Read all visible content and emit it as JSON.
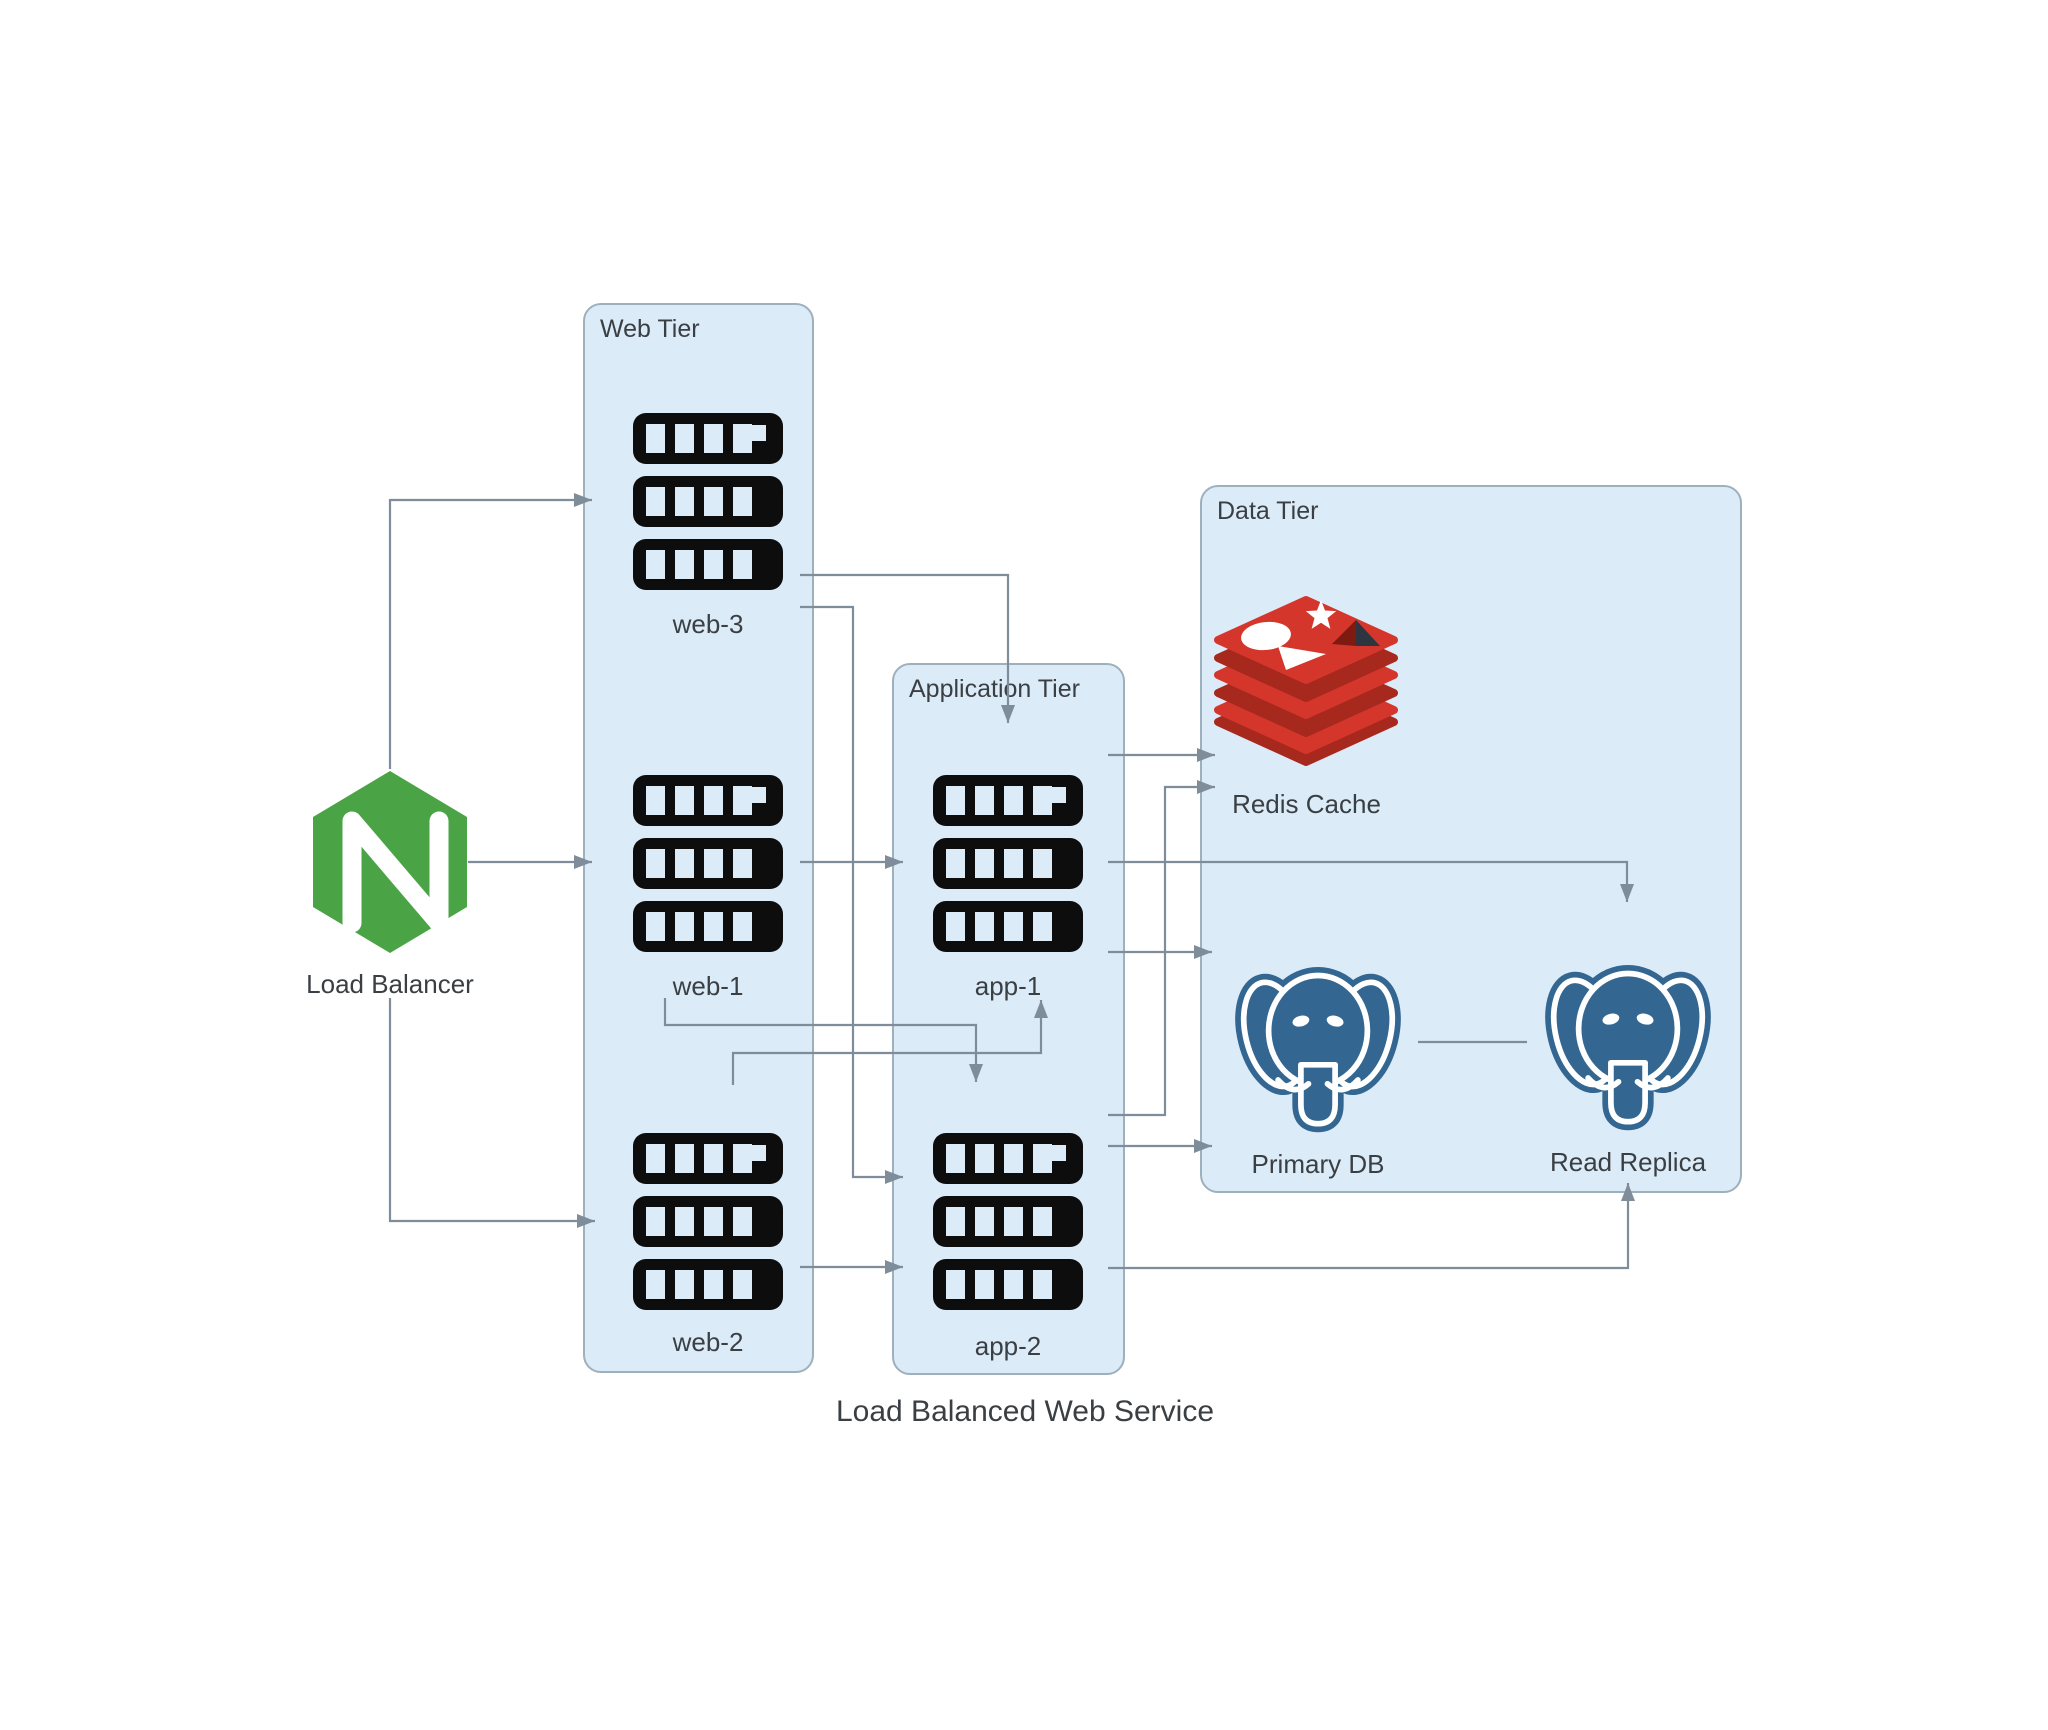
{
  "diagram": {
    "title": "Load Balanced Web Service",
    "groups": [
      {
        "id": "web-tier",
        "label": "Web Tier"
      },
      {
        "id": "application-tier",
        "label": "Application Tier"
      },
      {
        "id": "data-tier",
        "label": "Data Tier"
      }
    ],
    "nodes": [
      {
        "id": "load-balancer",
        "label": "Load Balancer",
        "icon": "nginx-logo"
      },
      {
        "id": "web-3",
        "label": "web-3",
        "icon": "server-stack"
      },
      {
        "id": "web-1",
        "label": "web-1",
        "icon": "server-stack"
      },
      {
        "id": "web-2",
        "label": "web-2",
        "icon": "server-stack"
      },
      {
        "id": "app-1",
        "label": "app-1",
        "icon": "server-stack"
      },
      {
        "id": "app-2",
        "label": "app-2",
        "icon": "server-stack"
      },
      {
        "id": "redis-cache",
        "label": "Redis Cache",
        "icon": "redis-logo"
      },
      {
        "id": "primary-db",
        "label": "Primary DB",
        "icon": "postgresql-logo"
      },
      {
        "id": "read-replica",
        "label": "Read Replica",
        "icon": "postgresql-logo"
      }
    ],
    "edges": [
      {
        "from": "load-balancer",
        "to": "web-3"
      },
      {
        "from": "load-balancer",
        "to": "web-1"
      },
      {
        "from": "load-balancer",
        "to": "web-2"
      },
      {
        "from": "web-3",
        "to": "app-1"
      },
      {
        "from": "web-3",
        "to": "app-2"
      },
      {
        "from": "web-1",
        "to": "app-1"
      },
      {
        "from": "web-1",
        "to": "app-2"
      },
      {
        "from": "web-2",
        "to": "app-1"
      },
      {
        "from": "web-2",
        "to": "app-2"
      },
      {
        "from": "app-1",
        "to": "redis-cache"
      },
      {
        "from": "app-2",
        "to": "redis-cache"
      },
      {
        "from": "app-1",
        "to": "read-replica"
      },
      {
        "from": "app-1",
        "to": "primary-db"
      },
      {
        "from": "app-2",
        "to": "primary-db"
      },
      {
        "from": "app-2",
        "to": "read-replica"
      },
      {
        "from": "primary-db",
        "to": "read-replica",
        "arrow": false
      }
    ],
    "colors": {
      "canvas": "#ffffff",
      "tier-fill": "#dcebf8",
      "tier-stroke": "#9fb0bd",
      "connector": "#7f8c99",
      "text": "#3a3f44",
      "server-black": "#0d0d0d",
      "nginx-green": "#4aa445",
      "redis-red": "#d5362b",
      "redis-dark-red": "#a7281d",
      "redis-pyramid-dark": "#2e3440",
      "redis-pyramid-shaded": "#7e1a10",
      "postgres-blue": "#336791"
    }
  }
}
